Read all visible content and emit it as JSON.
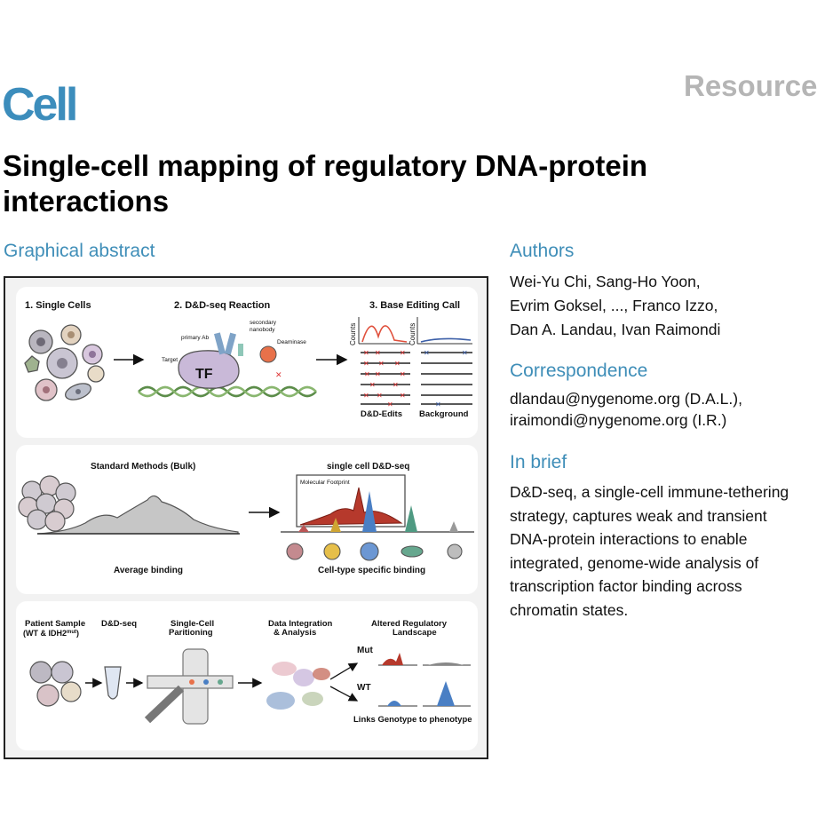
{
  "header": {
    "journal": "Cell",
    "article_type": "Resource"
  },
  "title_lines": [
    "Single-cell mapping of regulatory DNA-protein",
    "interactions"
  ],
  "graphical_abstract": {
    "heading": "Graphical abstract",
    "panel1": {
      "step1": "1. Single Cells",
      "step2": "2. D&D-seq Reaction",
      "step3": "3. Base Editing Call",
      "primary_ab": "primary Ab",
      "secondary_nanobody_l1": "secondary",
      "secondary_nanobody_l2": "nanobody",
      "deaminase": "Deaminase",
      "target": "Target",
      "tf": "TF",
      "counts": "Counts",
      "edits": "D&D-Edits",
      "background": "Background"
    },
    "panel2": {
      "bulk": "Standard Methods (Bulk)",
      "sc": "single cell D&D-seq",
      "footprint": "Molecular Footprint",
      "avg": "Average binding",
      "celltype": "Cell-type specific binding"
    },
    "panel3": {
      "patient_l1": "Patient Sample",
      "patient_l2": "(WT & IDH2",
      "patient_sup": "mut",
      "patient_end": ")",
      "ddseq": "D&D-seq",
      "partition_l1": "Single-Cell",
      "partition_l2": "Paritioning",
      "integration_l1": "Data Integration",
      "integration_l2": "& Analysis",
      "altered_l1": "Altered Regulatory",
      "altered_l2": "Landscape",
      "mut": "Mut",
      "wt": "WT",
      "links": "Links Genotype to phenotype"
    }
  },
  "authors": {
    "heading": "Authors",
    "lines": [
      "Wei-Yu Chi, Sang-Ho Yoon,",
      "Evrim Goksel, ..., Franco Izzo,",
      "Dan A. Landau, Ivan Raimondi"
    ]
  },
  "correspondence": {
    "heading": "Correspondence",
    "lines": [
      "dlandau@nygenome.org (D.A.L.),",
      "iraimondi@nygenome.org (I.R.)"
    ]
  },
  "in_brief": {
    "heading": "In brief",
    "lines": [
      "D&D-seq, a single-cell immune-tethering",
      "strategy, captures weak and transient",
      "DNA-protein interactions to enable",
      "integrated, genome-wide analysis of",
      "transcription factor binding across",
      "chromatin states."
    ]
  },
  "colors": {
    "accent": "#3f8eb8",
    "resource_gray": "#b5b5b5",
    "panel_bg": "#f2f2f2"
  }
}
